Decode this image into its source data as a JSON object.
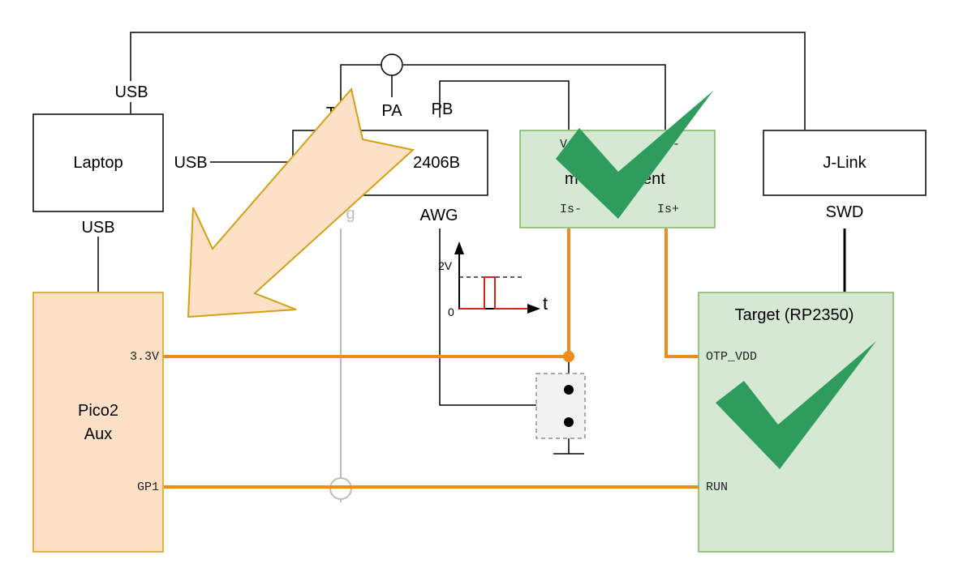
{
  "colors": {
    "wire": "#000000",
    "power_wire": "#f08c1e",
    "trigger_wire": "#bdbdbd",
    "pico_fill": "#fde1c6",
    "pico_stroke": "#d89a1c",
    "green_fill": "#d5e8d4",
    "green_stroke": "#82b366",
    "check": "#2e9c5c",
    "arrow_fill": "#fde1c6",
    "arrow_stroke": "#d4a017",
    "pulse": "#e02020"
  },
  "laptop": {
    "title": "Laptop",
    "usb_top": "USB",
    "usb_right": "USB",
    "usb_bottom": "USB"
  },
  "picoscope": {
    "title": "2406B",
    "port_a": "PA",
    "port_b": "PB",
    "port_trigger": "T",
    "awg": "AWG",
    "trigger_out": "g"
  },
  "current_meter": {
    "title_fragment_1": "m",
    "title_fragment_2": "ent",
    "v_plus": "V",
    "v_minus": "Vo-",
    "is_minus": "Is-",
    "is_plus": "Is+"
  },
  "jlink": {
    "title": "J-Link",
    "swd": "SWD"
  },
  "pico2": {
    "title_line1": "Pico2",
    "title_line2": "Aux",
    "pin_3v3": "3.3V",
    "pin_gp1": "GP1"
  },
  "target": {
    "title": "Target (RP2350)",
    "pin_otp": "OTP_VDD",
    "pin_run": "RUN"
  },
  "waveform": {
    "y_high": "2V",
    "y_zero": "0",
    "x_axis": "t"
  },
  "icons": {
    "checkmark": "check-icon",
    "arrow": "big-arrow-icon"
  }
}
